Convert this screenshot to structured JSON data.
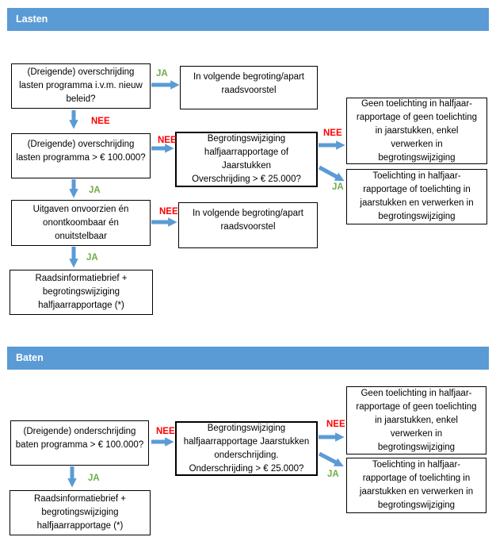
{
  "colors": {
    "header_bg": "#5b9bd5",
    "header_text": "#ffffff",
    "arrow": "#5b9bd5",
    "ja": "#70ad47",
    "nee": "#ff0000",
    "box_border": "#000000",
    "box_bg": "#ffffff"
  },
  "labels": {
    "ja": "JA",
    "nee": "NEE"
  },
  "lasten": {
    "title": "Lasten",
    "boxes": {
      "overschrijding_nieuw_beleid": [
        "(Dreigende) overschrijding",
        "lasten programma i.v.m. nieuw",
        "beleid?"
      ],
      "volgende_begroting_1": [
        "In volgende begroting/apart",
        "raadsvoorstel"
      ],
      "overschrijding_100k": [
        "(Dreigende) overschrijding",
        "lasten programma > € 100.000?"
      ],
      "overschrijding_25k": [
        "Begrotingswijziging",
        "halfjaarrapportage of",
        "Jaarstukken",
        "Overschrijding > € 25.000?"
      ],
      "geen_toelichting": [
        "Geen toelichting in halfjaar-",
        "rapportage of geen toelichting",
        "in jaarstukken, enkel",
        "verwerken in",
        "begrotingswijziging"
      ],
      "toelichting": [
        "Toelichting in halfjaar-",
        "rapportage of toelichting in",
        "jaarstukken en verwerken in",
        "begrotingswijziging"
      ],
      "uitgaven_onvoorzien": [
        "Uitgaven onvoorzien én",
        "onontkoombaar én",
        "onuitstelbaar"
      ],
      "volgende_begroting_2": [
        "In volgende begroting/apart",
        "raadsvoorstel"
      ],
      "raadsinformatiebrief": [
        "Raadsinformatiebrief +",
        "begrotingswijziging",
        "halfjaarrapportage (*)"
      ]
    }
  },
  "baten": {
    "title": "Baten",
    "boxes": {
      "onderschrijding_100k": [
        "(Dreigende) onderschrijding",
        "baten programma > € 100.000?"
      ],
      "onderschrijding_25k": [
        "Begrotingswijziging",
        "halfjaarrapportage Jaarstukken",
        "onderschrijding.",
        "Onderschrijding > € 25.000?"
      ],
      "geen_toelichting": [
        "Geen toelichting in halfjaar-",
        "rapportage of geen toelichting",
        "in jaarstukken, enkel",
        "verwerken in",
        "begrotingswijziging"
      ],
      "toelichting": [
        "Toelichting in halfjaar-",
        "rapportage of toelichting in",
        "jaarstukken en verwerken in",
        "begrotingswijziging"
      ],
      "raadsinformatiebrief": [
        "Raadsinformatiebrief +",
        "begrotingswijziging",
        "halfjaarrapportage (*)"
      ]
    }
  }
}
